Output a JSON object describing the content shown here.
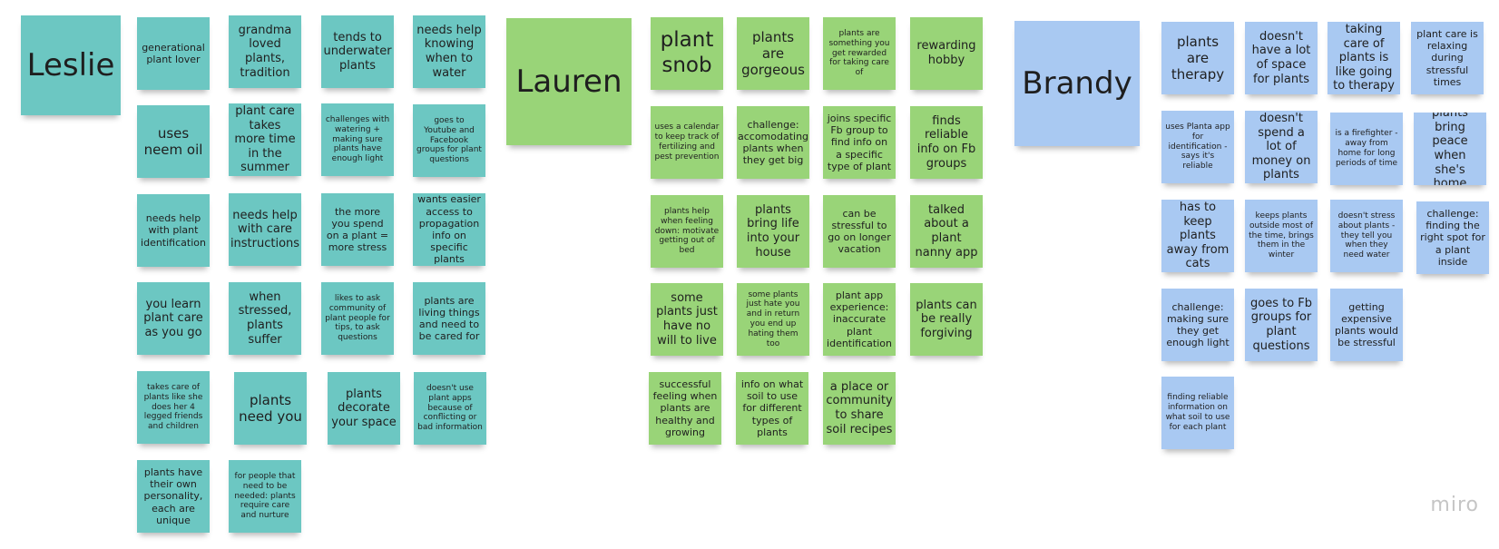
{
  "board": {
    "brand": "miro",
    "clusters": [
      {
        "name": "Leslie",
        "color": "#6cc7c2",
        "notes": [
          "generational plant lover",
          "grandma loved plants, tradition",
          "tends to underwater plants",
          "needs help knowing when to water",
          "uses neem oil",
          "plant care takes more time in the summer",
          "challenges with watering + making sure plants have enough light",
          "goes to Youtube and Facebook groups for plant questions",
          "needs help with plant identification",
          "needs help with care instructions",
          "the more you spend on a plant = more stress",
          "wants easier access to propagation info on specific plants",
          "you learn plant care as you go",
          "when stressed, plants suffer",
          "likes to ask community of plant people for tips, to ask questions",
          "plants are living things and need to be cared for",
          "takes care of plants like she does her 4 legged friends and children",
          "plants need you",
          "plants decorate your space",
          "doesn't use plant apps because of conflicting or bad information",
          "plants have their own personality, each are unique",
          "for people that need to be needed: plants require care and nurture"
        ]
      },
      {
        "name": "Lauren",
        "color": "#99d478",
        "notes": [
          "plant snob",
          "plants are gorgeous",
          "plants are something you get rewarded for taking care of",
          "rewarding hobby",
          "uses a calendar to keep track of fertilizing and pest prevention",
          "challenge: accomodating plants when they get big",
          "joins specific Fb group to find info on a specific type of plant",
          "finds reliable info on Fb groups",
          "plants help when feeling down: motivate getting out of bed",
          "plants bring life into your house",
          "can be stressful to go on longer vacation",
          "talked about a plant nanny app",
          "some plants just have no will to live",
          "some plants just hate you and in return you end up hating them too",
          "plant app experience: inaccurate plant identification",
          "plants can be really forgiving",
          "successful feeling when plants are healthy and growing",
          "info on what soil to use for different types of plants",
          "a place or community to share soil recipes"
        ]
      },
      {
        "name": "Brandy",
        "color": "#a9c9f2",
        "notes": [
          "plants are therapy",
          "doesn't have a lot of space for plants",
          "taking care of plants is like going to therapy",
          "plant care is relaxing during stressful times",
          "uses Planta app for identification - says it's reliable",
          "doesn't spend a lot of money on plants",
          "is a firefighter - away from home for long periods of time",
          "plants bring peace when she's home",
          "has to keep plants away from cats",
          "keeps plants outside most of the time, brings them in the winter",
          "doesn't stress about plants - they tell you when they need water",
          "challenge: finding the right spot for a plant inside",
          "challenge: making sure they get enough light",
          "goes to Fb groups for plant questions",
          "getting expensive plants would be stressful",
          "finding reliable information on what soil to use for each plant"
        ]
      }
    ]
  }
}
